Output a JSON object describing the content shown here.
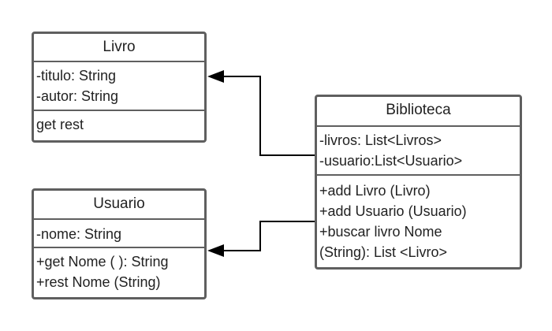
{
  "classes": {
    "livro": {
      "name": "Livro",
      "attributes": [
        "-titulo: String",
        "-autor: String"
      ],
      "methods": [
        "get rest"
      ]
    },
    "usuario": {
      "name": "Usuario",
      "attributes": [
        "-nome: String"
      ],
      "methods": [
        "+get Nome ( ): String",
        "+rest Nome (String)"
      ]
    },
    "biblioteca": {
      "name": "Biblioteca",
      "attributes": [
        "-livros: List<Livros>",
        "-usuario:List<Usuario>"
      ],
      "methods": [
        "+add Livro (Livro)",
        "+add Usuario (Usuario)",
        "+buscar livro Nome",
        "(String): List <Livro>"
      ]
    }
  },
  "relationships": [
    {
      "from": "Biblioteca",
      "to": "Livro",
      "type": "association"
    },
    {
      "from": "Biblioteca",
      "to": "Usuario",
      "type": "association"
    }
  ],
  "colors": {
    "border": "#5f5f5f",
    "edge": "#000000",
    "text": "#222222"
  }
}
